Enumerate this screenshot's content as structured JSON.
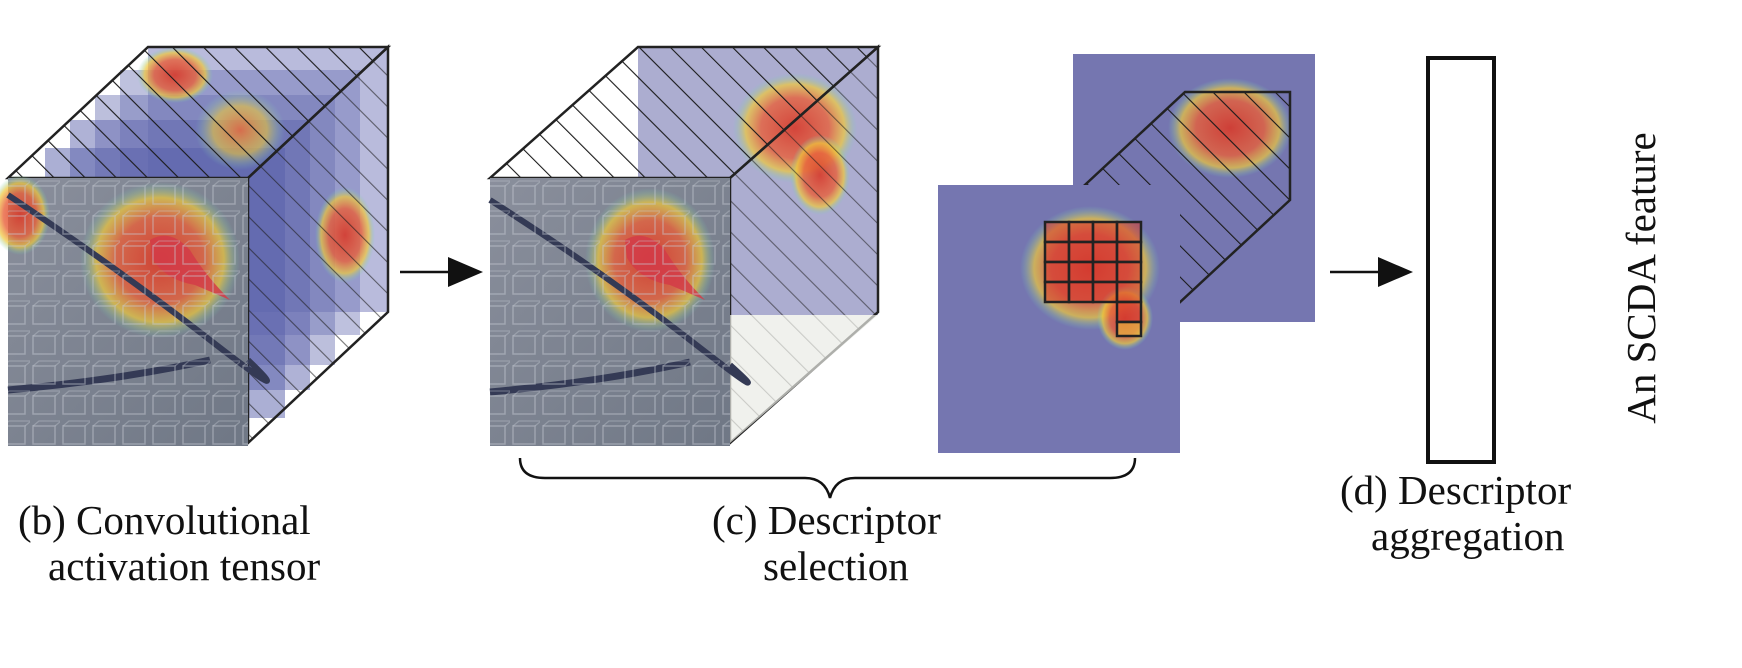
{
  "captions": {
    "b_line1": "(b) Convolutional",
    "b_line2": "activation tensor",
    "c_line1": "(c) Descriptor",
    "c_line2": "selection",
    "d_line1": "(d) Descriptor",
    "d_line2": "aggregation"
  },
  "feature_box_label": "An SCDA feature",
  "colors": {
    "map_background": "#7576b0",
    "hot": "#d8392a",
    "warm": "#f0c93a",
    "outline": "#2a2a2a"
  }
}
